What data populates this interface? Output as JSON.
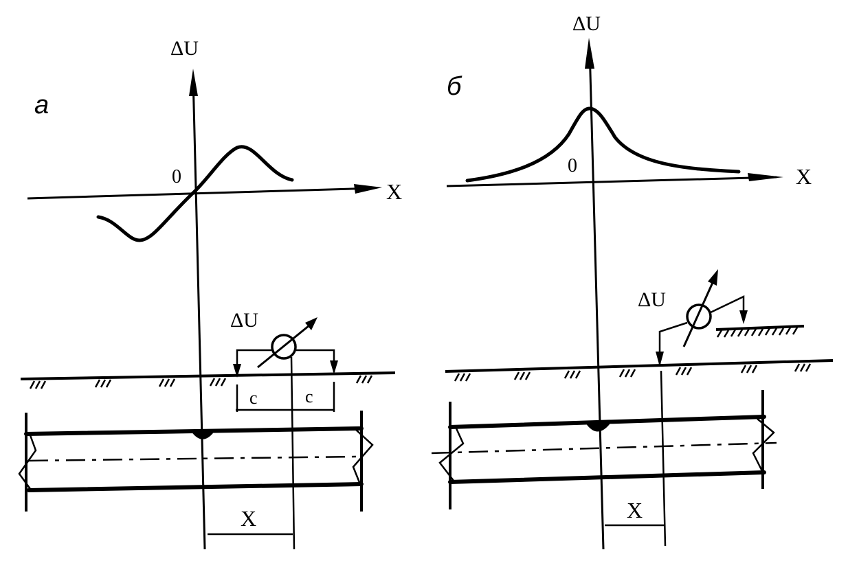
{
  "panels": [
    {
      "label": "а",
      "y_axis_label": "ΔU",
      "x_axis_label": "X",
      "origin_label": "0",
      "meter_label": "ΔU",
      "spacing_label_left": "c",
      "spacing_label_right": "c",
      "distance_label": "X"
    },
    {
      "label": "б",
      "y_axis_label": "ΔU",
      "x_axis_label": "X",
      "origin_label": "0",
      "meter_label": "ΔU",
      "distance_label": "X"
    }
  ]
}
